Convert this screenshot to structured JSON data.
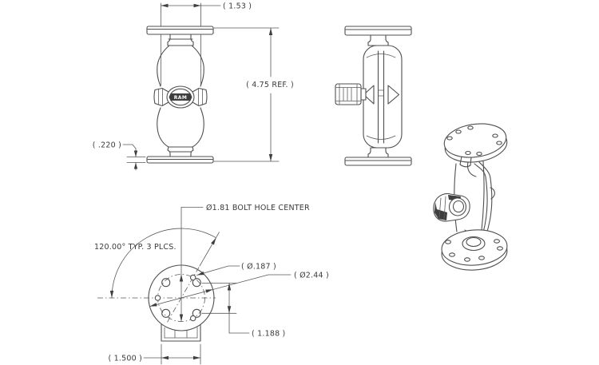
{
  "drawing": {
    "type": "engineering-dimension-drawing",
    "background_color": "#ffffff",
    "line_color": "#4f4f4f",
    "text_color": "#3a3a3a",
    "front_view": {
      "knob_text": "RAM"
    },
    "dimensions": {
      "knob_width": "( 1.53 )",
      "overall_height": "( 4.75 REF. )",
      "plate_thickness": "( .220 )",
      "bolt_hole_center": "Ø1.81 BOLT HOLE CENTER",
      "hole_angle": "120.00° TYP. 3 PLCS.",
      "small_hole_dia": "( Ø.187 )",
      "base_dia": "( Ø2.44 )",
      "hole_spacing": "( 1.188 )",
      "socket_width": "( 1.500 )"
    }
  }
}
